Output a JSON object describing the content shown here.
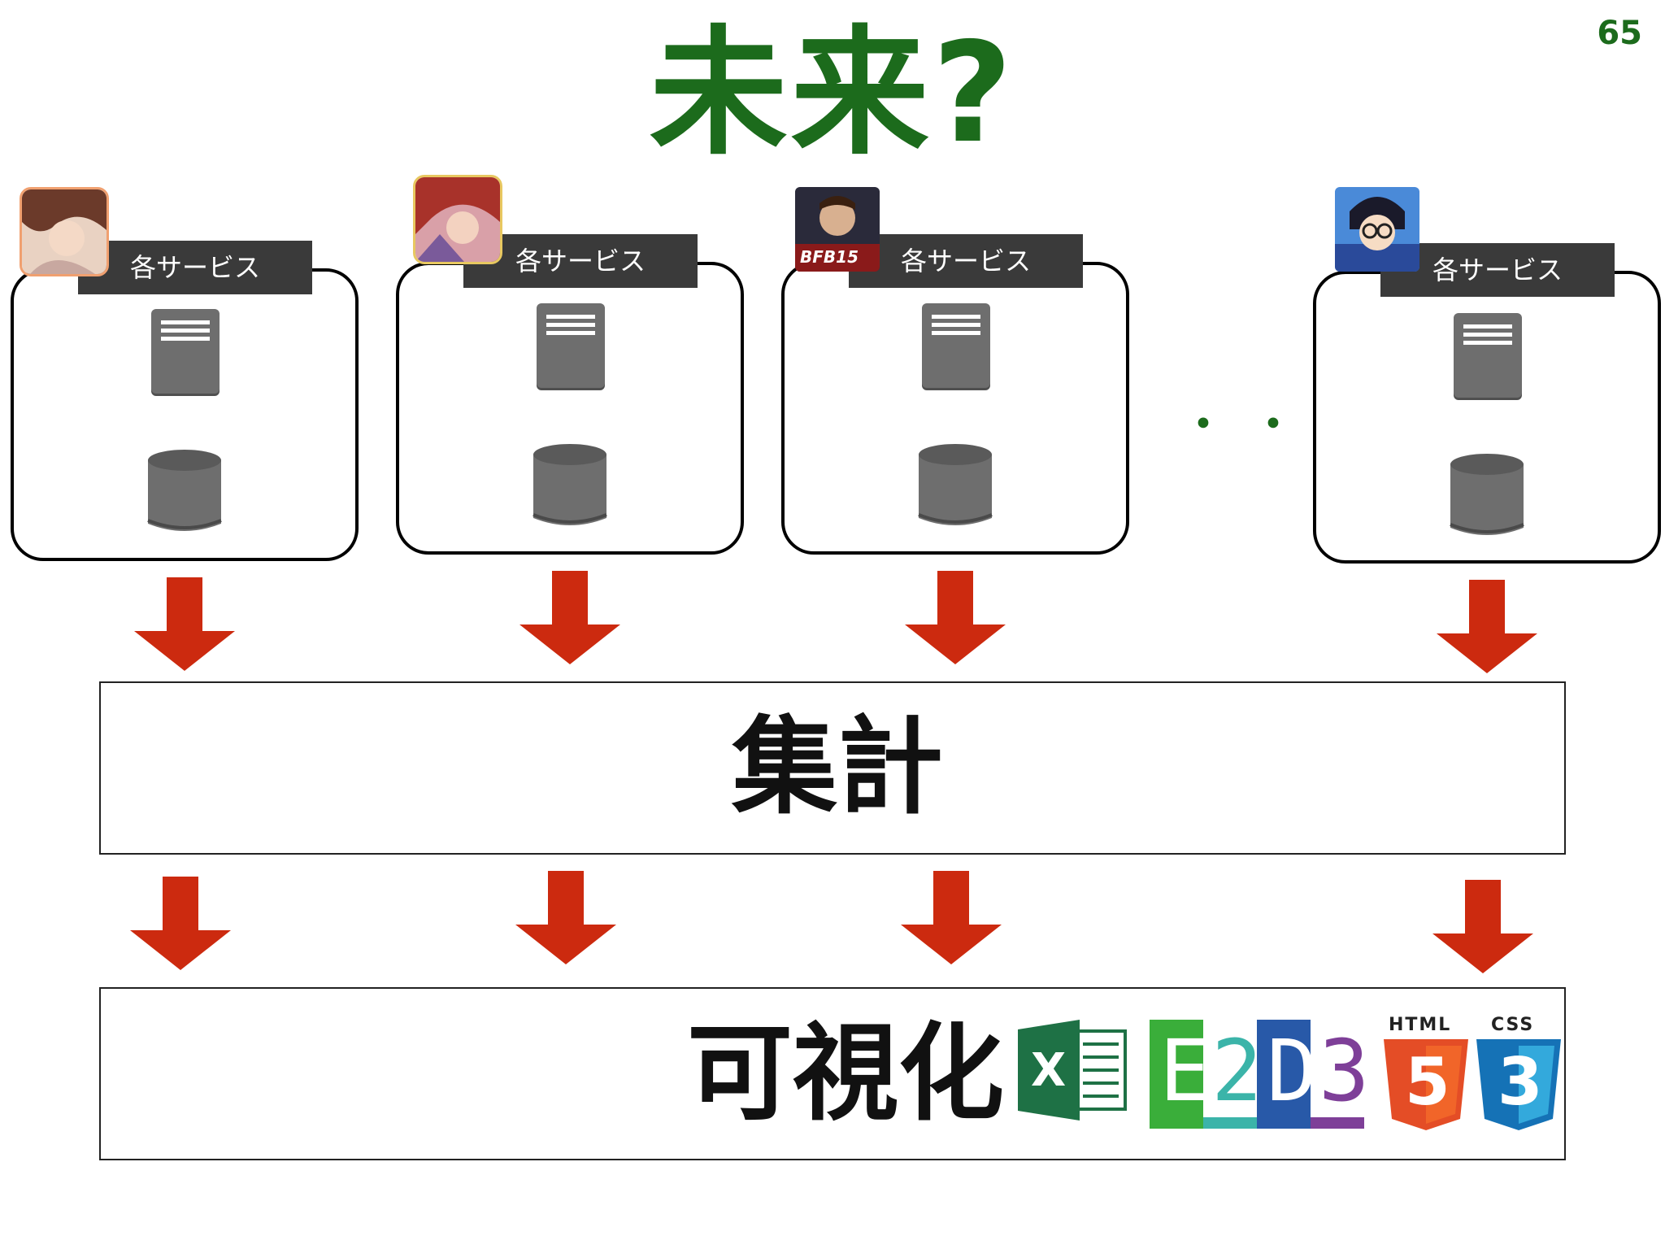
{
  "slide": {
    "title": "未来?",
    "page_number": "65",
    "ellipsis": "・・・"
  },
  "services": [
    {
      "label": "各サービス",
      "icon": "anime-character-avatar-icon"
    },
    {
      "label": "各サービス",
      "icon": "red-hair-character-avatar-icon"
    },
    {
      "label": "各サービス",
      "icon": "football-game-icon",
      "icon_text": "BFB15"
    },
    {
      "label": "各サービス",
      "icon": "detective-character-avatar-icon"
    }
  ],
  "aggregation": {
    "label": "集計"
  },
  "visualization": {
    "label": "可視化",
    "logos": {
      "excel": "X",
      "e2d3": [
        "E",
        "2",
        "D",
        "3"
      ],
      "html5": {
        "caption": "HTML",
        "numeral": "5"
      },
      "css3": {
        "caption": "CSS",
        "numeral": "3"
      }
    }
  },
  "colors": {
    "title": "#1c6b1c",
    "arrow": "#cc2a0f",
    "label_bg": "#3a3a3a",
    "server": "#6e6e6e",
    "excel": "#1e7145",
    "e2d3": [
      "#3aae3a",
      "#3bb4a9",
      "#2859a8",
      "#7e3f98"
    ],
    "html5": "#e44d26",
    "css3": "#1572b6"
  }
}
